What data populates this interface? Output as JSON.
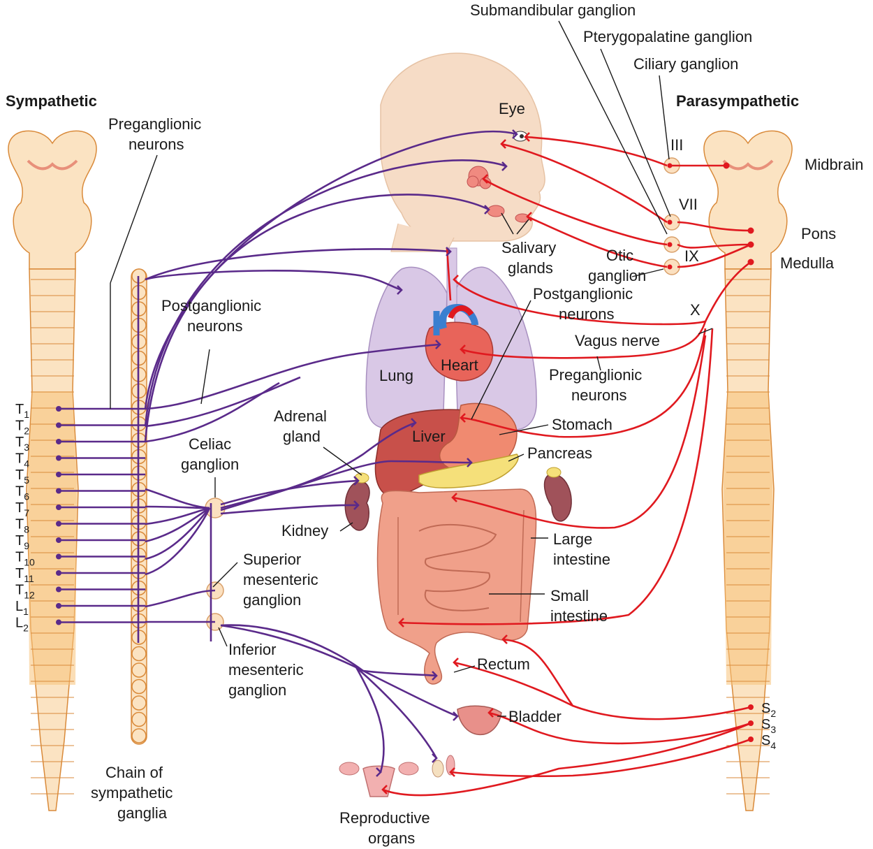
{
  "headers": {
    "sympathetic": "Sympathetic",
    "parasympathetic": "Parasympathetic"
  },
  "segments": [
    {
      "letter": "T",
      "num": "1"
    },
    {
      "letter": "T",
      "num": "2"
    },
    {
      "letter": "T",
      "num": "3"
    },
    {
      "letter": "T",
      "num": "4"
    },
    {
      "letter": "T",
      "num": "5"
    },
    {
      "letter": "T",
      "num": "6"
    },
    {
      "letter": "T",
      "num": "7"
    },
    {
      "letter": "T",
      "num": "8"
    },
    {
      "letter": "T",
      "num": "9"
    },
    {
      "letter": "T",
      "num": "10"
    },
    {
      "letter": "T",
      "num": "11"
    },
    {
      "letter": "T",
      "num": "12"
    },
    {
      "letter": "L",
      "num": "1"
    },
    {
      "letter": "L",
      "num": "2"
    }
  ],
  "sacral": [
    {
      "letter": "S",
      "num": "2"
    },
    {
      "letter": "S",
      "num": "3"
    },
    {
      "letter": "S",
      "num": "4"
    }
  ],
  "cranial_nerves": {
    "iii": "III",
    "vii": "VII",
    "ix": "IX",
    "x": "X"
  },
  "labels": {
    "submandibular_ganglion": "Submandibular ganglion",
    "pterygopalatine_ganglion": "Pterygopalatine ganglion",
    "ciliary_ganglion": "Ciliary ganglion",
    "eye": "Eye",
    "midbrain": "Midbrain",
    "pons": "Pons",
    "medulla": "Medulla",
    "salivary_1": "Salivary",
    "salivary_2": "glands",
    "otic_1": "Otic",
    "otic_2": "ganglion",
    "preganglionic_top_1": "Preganglionic",
    "preganglionic_top_2": "neurons",
    "postganglionic_left_1": "Postganglionic",
    "postganglionic_left_2": "neurons",
    "postganglionic_right_1": "Postganglionic",
    "postganglionic_right_2": "neurons",
    "vagus_nerve": "Vagus nerve",
    "preganglionic_right_1": "Preganglionic",
    "preganglionic_right_2": "neurons",
    "lung": "Lung",
    "heart": "Heart",
    "liver": "Liver",
    "stomach": "Stomach",
    "pancreas": "Pancreas",
    "adrenal_1": "Adrenal",
    "adrenal_2": "gland",
    "celiac_1": "Celiac",
    "celiac_2": "ganglion",
    "kidney": "Kidney",
    "large_int_1": "Large",
    "large_int_2": "intestine",
    "small_int_1": "Small",
    "small_int_2": "intestine",
    "sup_mes_1": "Superior",
    "sup_mes_2": "mesenteric",
    "sup_mes_3": "ganglion",
    "inf_mes_1": "Inferior",
    "inf_mes_2": "mesenteric",
    "inf_mes_3": "ganglion",
    "rectum": "Rectum",
    "bladder": "Bladder",
    "repro_1": "Reproductive",
    "repro_2": "organs",
    "chain_1": "Chain of",
    "chain_2": "sympathetic",
    "chain_3": "ganglia"
  },
  "colors": {
    "sympathetic": "#5a2a8a",
    "parasympathetic": "#e0191f",
    "cord": "#fbe3c2",
    "lumbar_band": "#f7c27a",
    "lung": "#d9c8e6",
    "liver": "#c8504a",
    "intestine": "#f0a08a"
  }
}
